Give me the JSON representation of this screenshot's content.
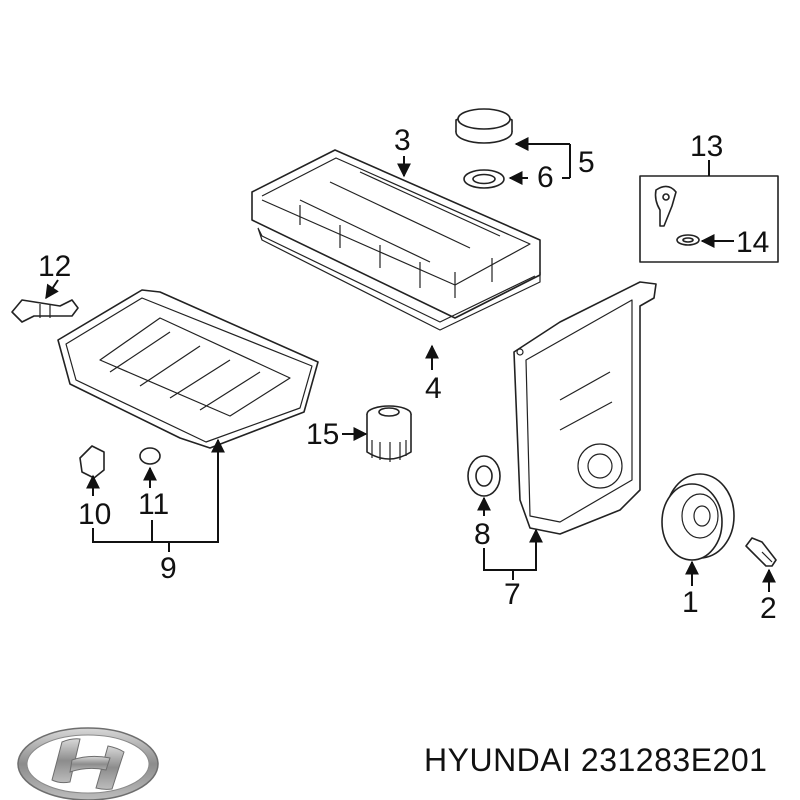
{
  "diagram": {
    "callouts": {
      "c1": "1",
      "c2": "2",
      "c3": "3",
      "c4": "4",
      "c5": "5",
      "c6": "6",
      "c7": "7",
      "c8": "8",
      "c9": "9",
      "c10": "10",
      "c11": "11",
      "c12": "12",
      "c13": "13",
      "c14": "14",
      "c15": "15"
    }
  },
  "footer": {
    "brand": "HYUNDAI",
    "part_number": "231283E201",
    "text": "HYUNDAI 231283E201"
  },
  "colors": {
    "line": "#111111",
    "logo": "#9a9a9a"
  }
}
